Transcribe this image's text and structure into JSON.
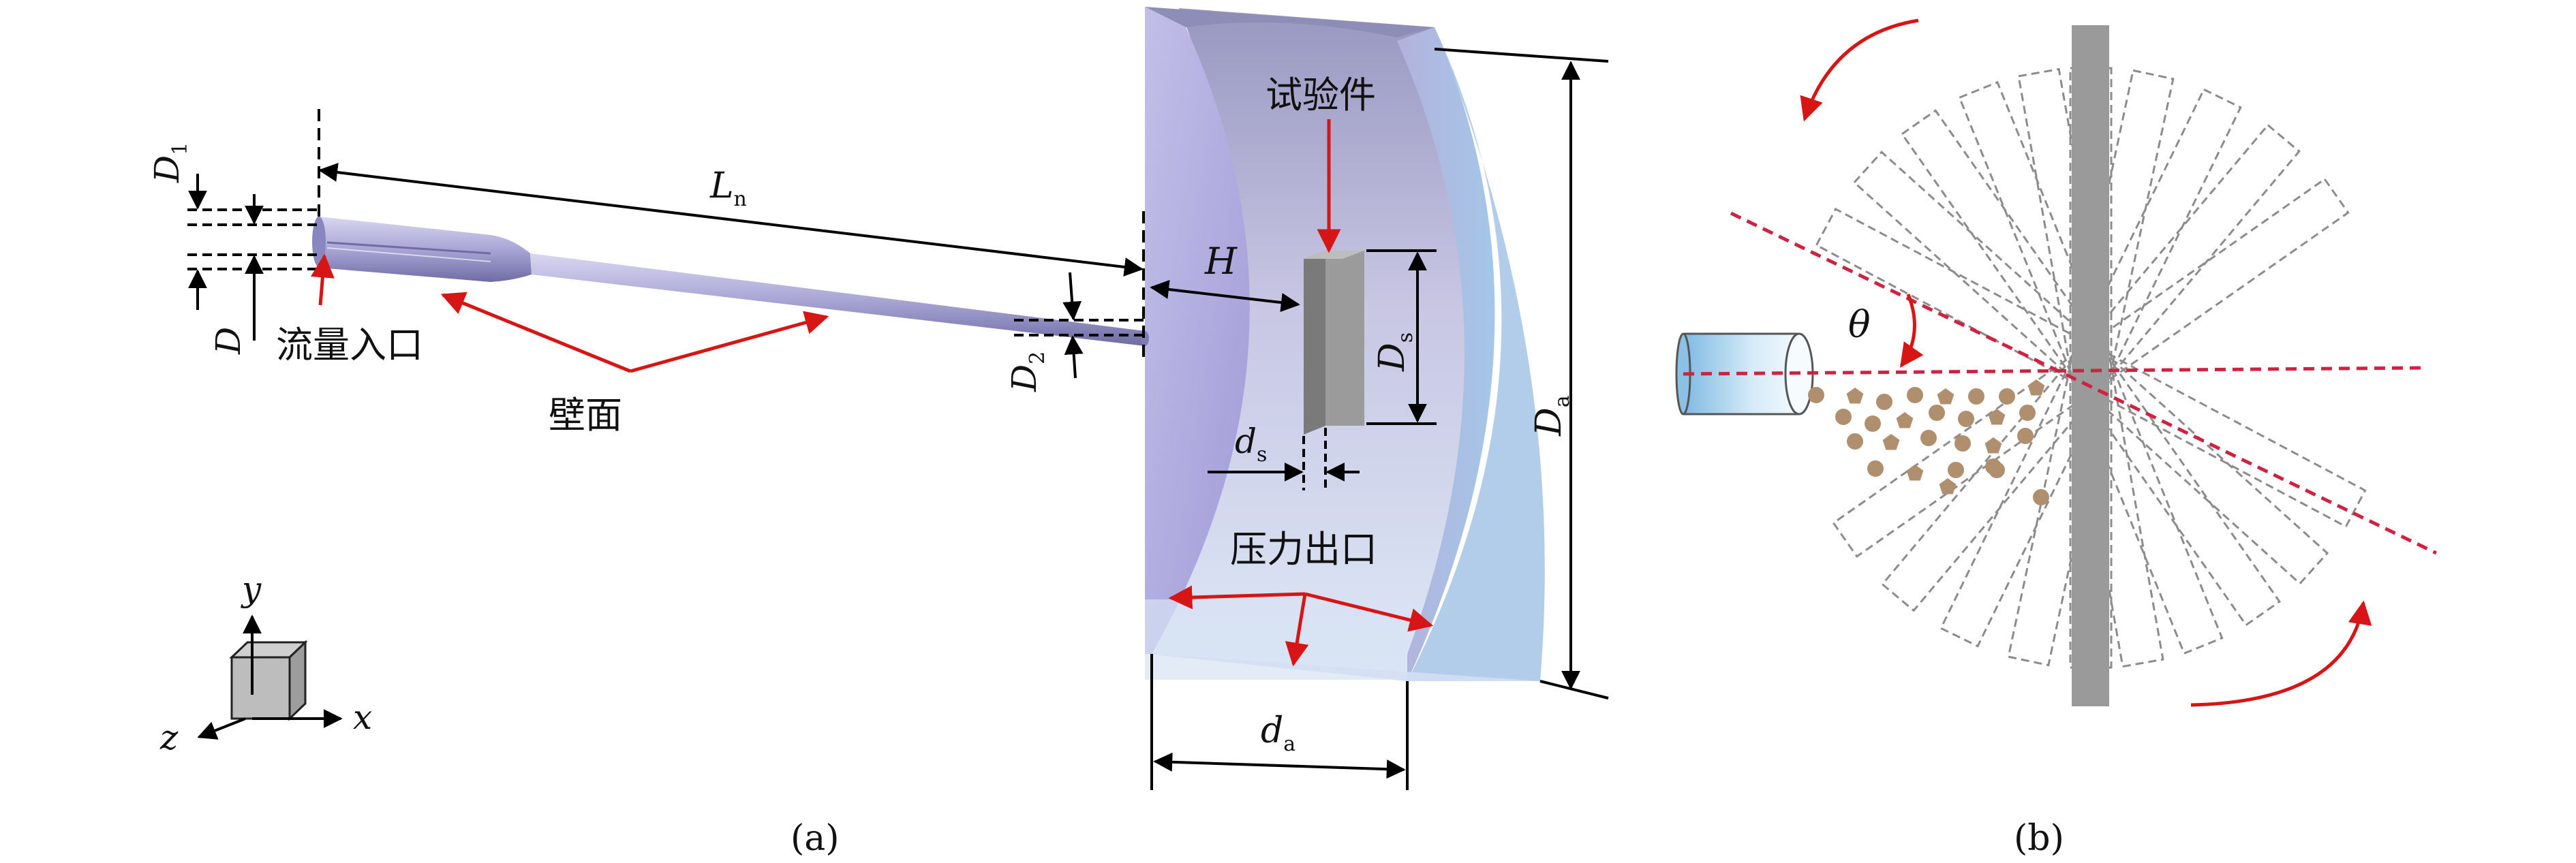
{
  "panel_a": {
    "caption": "(a)",
    "labels": {
      "D1": {
        "main": "D",
        "sub": "1"
      },
      "D": {
        "main": "D"
      },
      "Ln": {
        "main": "L",
        "sub": "n"
      },
      "H": {
        "main": "H"
      },
      "D2": {
        "main": "D",
        "sub": "2"
      },
      "Ds": {
        "main": "D",
        "sub": "s"
      },
      "ds": {
        "main": "d",
        "sub": "s"
      },
      "Da": {
        "main": "D",
        "sub": "a"
      },
      "da": {
        "main": "d",
        "sub": "a"
      }
    },
    "annotations": {
      "inlet": "流量入口",
      "wall": "壁面",
      "specimen": "试验件",
      "outlet": "压力出口"
    },
    "axes": {
      "x": "x",
      "y": "y",
      "z": "z"
    }
  },
  "panel_b": {
    "caption": "(b)",
    "angle_label": "θ"
  },
  "colors": {
    "nozzle": "#a9a6d6",
    "domain_left": "#b1addf",
    "domain_right": "#a7c6e6",
    "domain_top": "#9c9bc2",
    "specimen": "#8f8f8f",
    "annotation_arrow": "#d81515",
    "dashed_axis": "#d0213f",
    "plate": "#9a9a9a",
    "particle": "#b08f6e",
    "cylinder": "#a9d3ef"
  }
}
